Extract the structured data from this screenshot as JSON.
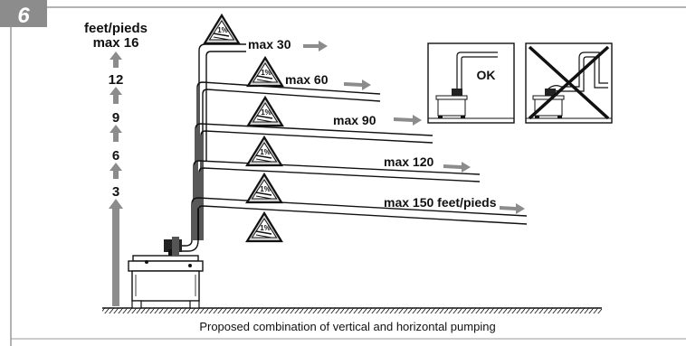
{
  "figure": {
    "number": "6",
    "caption": "Proposed combination of vertical and horizontal pumping"
  },
  "vertical_axis": {
    "title_line1": "feet/pieds",
    "title_line2": "max 16",
    "ticks": [
      "12",
      "9",
      "6",
      "3"
    ]
  },
  "runs": [
    {
      "label": "max 30",
      "slope": "1%"
    },
    {
      "label": "max 60",
      "slope": "1%"
    },
    {
      "label": "max 90",
      "slope": "1%"
    },
    {
      "label": "max 120",
      "slope": "1%"
    },
    {
      "label": "max 150 feet/pieds",
      "slope": "1%"
    }
  ],
  "extra_slope_sign": "1%",
  "insets": {
    "correct_label": "OK",
    "incorrect_mark": "x-mark"
  },
  "colors": {
    "frame": "#9a9a9a",
    "badge": "#8c8c8c",
    "arrow": "#8c8c8c",
    "line": "#111111",
    "warning_fill": "#d9d9d9"
  }
}
